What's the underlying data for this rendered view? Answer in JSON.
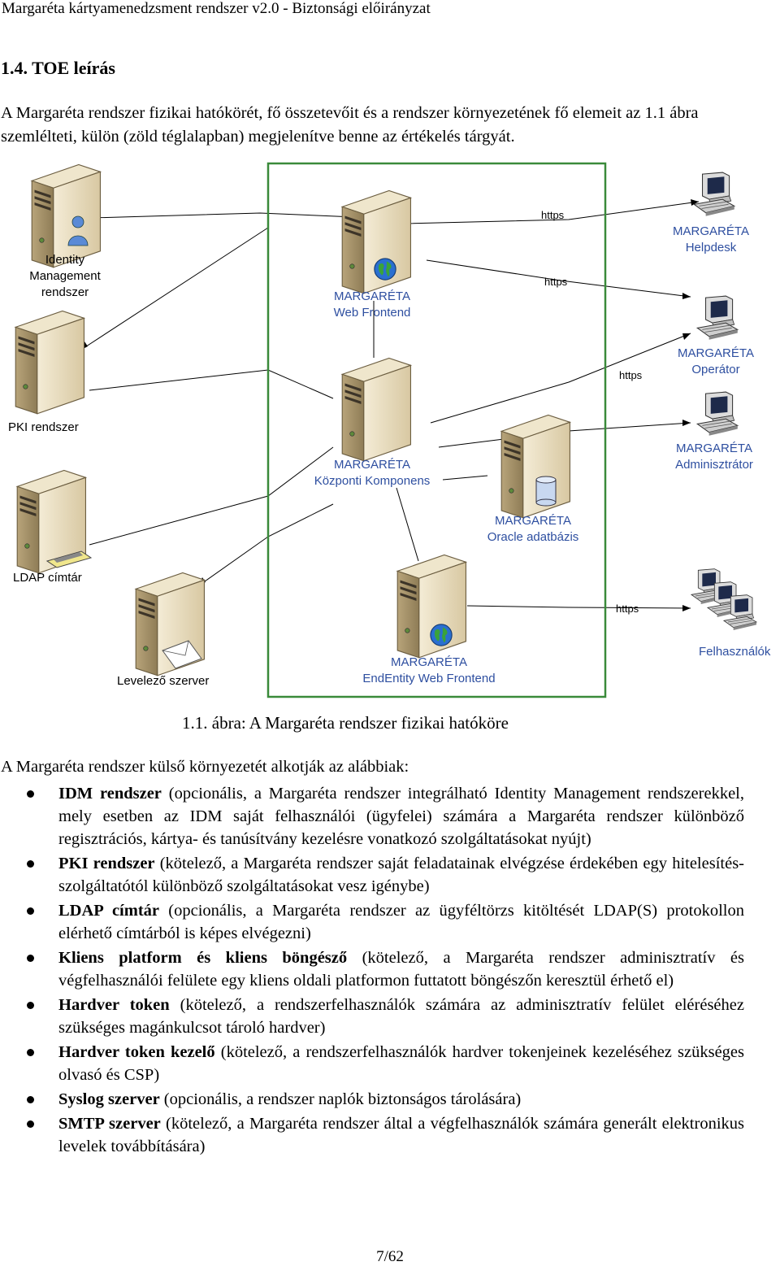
{
  "header": "Margaréta kártyamenedzsment rendszer v2.0 - Biztonsági előirányzat",
  "section_title": "1.4. TOE leírás",
  "intro": "A Margaréta rendszer fizikai hatókörét, fő összetevőit és a rendszer környezetének fő elemeit az 1.1 ábra szemlélteti, külön (zöld téglalapban) megjelenítve benne az értékelés tárgyát.",
  "diagram": {
    "idm_l1": "Identity",
    "idm_l2": "Management",
    "idm_l3": "rendszer",
    "pki": "PKI rendszer",
    "ldap": "LDAP címtár",
    "mail": "Levelező szerver",
    "web_l1": "MARGARÉTA",
    "web_l2": "Web Frontend",
    "central_l1": "MARGARÉTA",
    "central_l2": "Központi Komponens",
    "oracle_l1": "MARGARÉTA",
    "oracle_l2": "Oracle adatbázis",
    "endentity_l1": "MARGARÉTA",
    "endentity_l2": "EndEntity Web Frontend",
    "helpdesk_l1": "MARGARÉTA",
    "helpdesk_l2": "Helpdesk",
    "operator_l1": "MARGARÉTA",
    "operator_l2": "Operátor",
    "admin_l1": "MARGARÉTA",
    "admin_l2": "Adminisztrátor",
    "users": "Felhasználók",
    "https": "https",
    "colors": {
      "toe_border": "#3a8a3a",
      "label_blue": "#2e4fa0"
    }
  },
  "caption": "1.1. ábra: A Margaréta rendszer fizikai hatóköre",
  "para2": "A Margaréta rendszer külső környezetét alkotják az alábbiak:",
  "bullets": [
    {
      "term": "IDM rendszer",
      "text": " (opcionális, a Margaréta rendszer integrálható Identity Management rendszerekkel, mely esetben az IDM saját felhasználói (ügyfelei) számára a Margaréta rendszer különböző regisztrációs, kártya- és tanúsítvány kezelésre vonatkozó szolgáltatásokat nyújt)"
    },
    {
      "term": "PKI rendszer",
      "text": " (kötelező, a Margaréta rendszer saját feladatainak elvégzése érdekében egy hitelesítés-szolgáltatótól különböző szolgáltatásokat vesz igénybe)"
    },
    {
      "term": "LDAP címtár",
      "text": " (opcionális, a Margaréta rendszer az ügyféltörzs kitöltését LDAP(S) protokollon elérhető címtárból is képes elvégezni)"
    },
    {
      "term": "Kliens platform és kliens böngésző",
      "text": " (kötelező, a Margaréta rendszer adminisztratív és végfelhasználói felülete egy kliens oldali platformon futtatott böngészőn keresztül érhető el)"
    },
    {
      "term": "Hardver token",
      "text": " (kötelező, a rendszerfelhasználók számára az adminisztratív felület eléréséhez szükséges magánkulcsot tároló hardver)"
    },
    {
      "term": "Hardver token kezelő",
      "text": " (kötelező, a rendszerfelhasználók hardver tokenjeinek kezeléséhez szükséges olvasó és CSP)"
    },
    {
      "term": "Syslog szerver",
      "text": " (opcionális, a rendszer naplók biztonságos tárolására)"
    },
    {
      "term": "SMTP szerver",
      "text": " (kötelező, a Margaréta rendszer által a végfelhasználók számára generált elektronikus levelek továbbítására)"
    }
  ],
  "page_number": "7/62"
}
